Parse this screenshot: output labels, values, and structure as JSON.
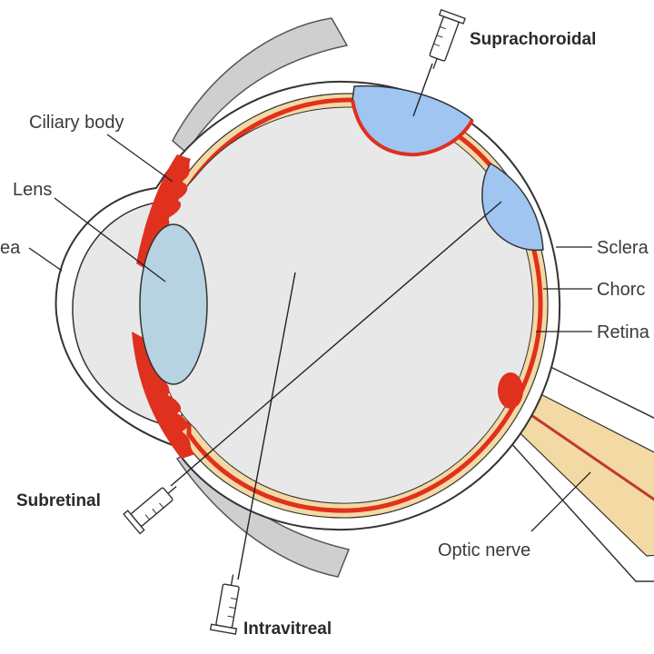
{
  "labels": {
    "ciliary_body": "Ciliary body",
    "lens": "Lens",
    "cornea": "ea",
    "sclera": "Sclera",
    "choroid": "Chorc",
    "retina": "Retina",
    "optic_nerve": "Optic nerve"
  },
  "injection_routes": {
    "suprachoroidal": "Suprachoroidal",
    "subretinal": "Subretinal",
    "intravitreal": "Intravitreal"
  },
  "colors": {
    "sclera_outline": "#333333",
    "choroid": "#e0301e",
    "retina": "#f3d9a4",
    "vitreous": "#e8e8e8",
    "lens": "#b7d3e1",
    "bleb": "#9fc5f0",
    "eyelid": "#cfcfcf"
  }
}
